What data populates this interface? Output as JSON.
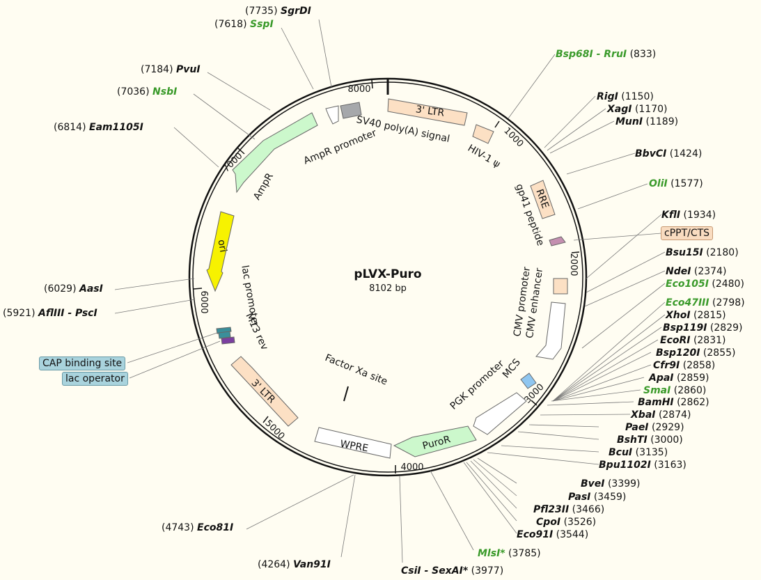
{
  "plasmid": {
    "name": "pLVX-Puro",
    "size_label": "8102 bp"
  },
  "ticks": [
    "1000",
    "2000",
    "3000",
    "4000",
    "5000",
    "6000",
    "7000",
    "8000"
  ],
  "features": {
    "ltr3_top": "3' LTR",
    "hiv": "HIV-1 ψ",
    "rre": "RRE",
    "gp41": "gp41 peptide",
    "cmv_enh": "CMV enhancer",
    "cmv_prom": "CMV promoter",
    "mcs": "MCS",
    "pgk": "PGK promoter",
    "puror": "PuroR",
    "wpre": "WPRE",
    "ltr3_bottom": "3' LTR",
    "factor_xa": "Factor Xa site",
    "m13": "M13 rev",
    "lac_prom": "lac promoter",
    "ori": "ori",
    "ampr": "AmpR",
    "ampr_prom": "AmpR promoter",
    "sv40": "SV40 poly(A) signal"
  },
  "callouts": {
    "cppt": "cPPT/CTS",
    "cap": "CAP binding site",
    "lacop": "lac operator"
  },
  "enzymes": [
    {
      "name": "SgrDI",
      "pos": "(7735)",
      "green": false
    },
    {
      "name": "SspI",
      "pos": "(7618)",
      "green": true
    },
    {
      "name": "PvuI",
      "pos": "(7184)",
      "green": false
    },
    {
      "name": "NsbI",
      "pos": "(7036)",
      "green": true
    },
    {
      "name": "Eam1105I",
      "pos": "(6814)",
      "green": false
    },
    {
      "name": "AasI",
      "pos": "(6029)",
      "green": false
    },
    {
      "name": "AflIII - PscI",
      "pos": "(5921)",
      "green": false
    },
    {
      "name": "Eco81I",
      "pos": "(4743)",
      "green": false
    },
    {
      "name": "Van91I",
      "pos": "(4264)",
      "green": false
    },
    {
      "name": "CsiI - SexAI*",
      "pos": "(3977)",
      "green": false
    },
    {
      "name": "MlsI*",
      "pos": "(3785)",
      "green": true
    },
    {
      "name": "Eco91I",
      "pos": "(3544)",
      "green": false
    },
    {
      "name": "CpoI",
      "pos": "(3526)",
      "green": false
    },
    {
      "name": "Pfl23II",
      "pos": "(3466)",
      "green": false
    },
    {
      "name": "PasI",
      "pos": "(3459)",
      "green": false
    },
    {
      "name": "BveI",
      "pos": "(3399)",
      "green": false
    },
    {
      "name": "Bpu1102I",
      "pos": "(3163)",
      "green": false
    },
    {
      "name": "BcuI",
      "pos": "(3135)",
      "green": false
    },
    {
      "name": "BshTI",
      "pos": "(3000)",
      "green": false
    },
    {
      "name": "PaeI",
      "pos": "(2929)",
      "green": false
    },
    {
      "name": "XbaI",
      "pos": "(2874)",
      "green": false
    },
    {
      "name": "BamHI",
      "pos": "(2862)",
      "green": false
    },
    {
      "name": "SmaI",
      "pos": "(2860)",
      "green": true
    },
    {
      "name": "ApaI",
      "pos": "(2859)",
      "green": false
    },
    {
      "name": "Cfr9I",
      "pos": "(2858)",
      "green": false
    },
    {
      "name": "Bsp120I",
      "pos": "(2855)",
      "green": false
    },
    {
      "name": "EcoRI",
      "pos": "(2831)",
      "green": false
    },
    {
      "name": "Bsp119I",
      "pos": "(2829)",
      "green": false
    },
    {
      "name": "XhoI",
      "pos": "(2815)",
      "green": false
    },
    {
      "name": "Eco47III",
      "pos": "(2798)",
      "green": true
    },
    {
      "name": "Eco105I",
      "pos": "(2480)",
      "green": true
    },
    {
      "name": "NdeI",
      "pos": "(2374)",
      "green": false
    },
    {
      "name": "Bsu15I",
      "pos": "(2180)",
      "green": false
    },
    {
      "name": "KflI",
      "pos": "(1934)",
      "green": false
    },
    {
      "name": "OliI",
      "pos": "(1577)",
      "green": true
    },
    {
      "name": "BbvCI",
      "pos": "(1424)",
      "green": false
    },
    {
      "name": "MunI",
      "pos": "(1189)",
      "green": false
    },
    {
      "name": "XagI",
      "pos": "(1170)",
      "green": false
    },
    {
      "name": "RigI",
      "pos": "(1150)",
      "green": false
    },
    {
      "name": "Bsp68I - RruI",
      "pos": "(833)",
      "green": true
    }
  ],
  "colors": {
    "ltr": "#fce0c4",
    "promoter": "#ffffff",
    "marker": "#ccf8cc",
    "ori": "#f7f200",
    "grey": "#a6a8ab",
    "rre": "#fce0c4",
    "gp41": "#c48fb0",
    "mcs": "#8fc6f0",
    "lac": "#3a8f9a",
    "cap": "#7b3fa0"
  }
}
